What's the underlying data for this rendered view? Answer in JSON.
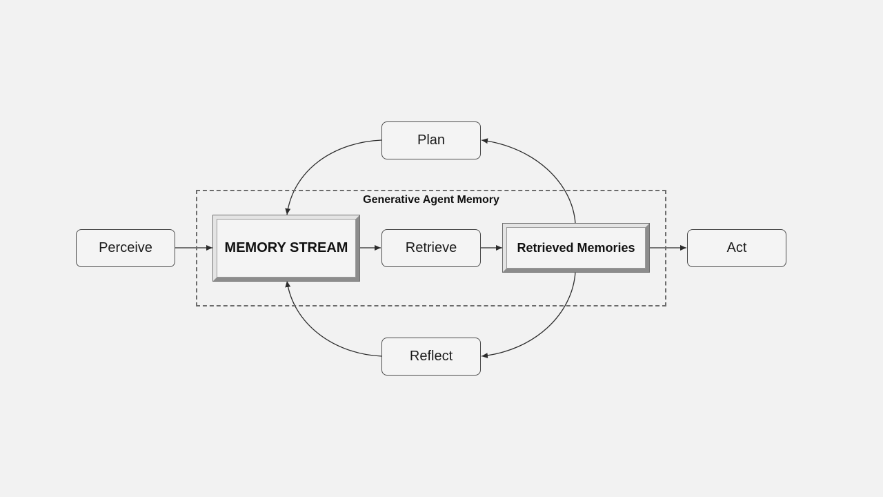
{
  "diagram": {
    "group": {
      "label": "Generative Agent Memory"
    },
    "nodes": {
      "perceive": "Perceive",
      "memory_stream": "MEMORY STREAM",
      "retrieve": "Retrieve",
      "retrieved_memories": "Retrieved Memories",
      "act": "Act",
      "plan": "Plan",
      "reflect": "Reflect"
    },
    "colors": {
      "background": "#f2f2f2",
      "node_border": "#4a4a4a",
      "edge": "#2b2b2b",
      "group_border": "#6b6b6b"
    }
  }
}
